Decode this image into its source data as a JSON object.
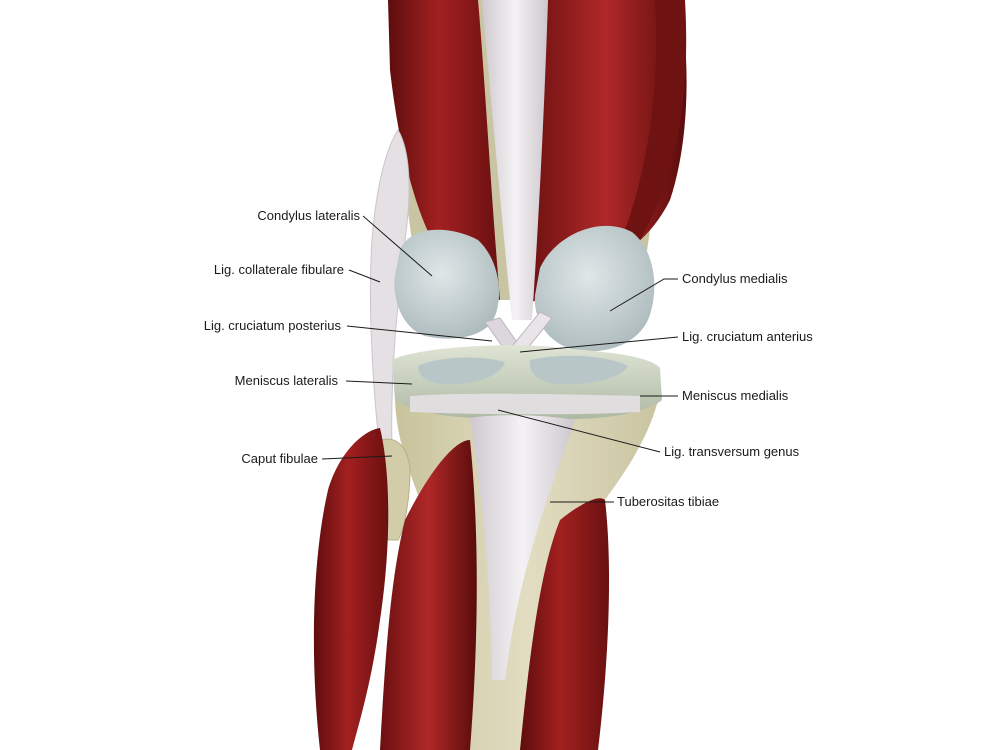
{
  "labels": {
    "condylus_lateralis": "Condylus lateralis",
    "lig_collaterale_fibulare": "Lig. collaterale fibulare",
    "lig_cruciatum_posterius": "Lig. cruciatum posterius",
    "meniscus_lateralis": "Meniscus lateralis",
    "caput_fibulae": "Caput fibulae",
    "condylus_medialis": "Condylus medialis",
    "lig_cruciatum_anterius": "Lig. cruciatum anterius",
    "meniscus_medialis": "Meniscus medialis",
    "lig_transversum_genus": "Lig. transversum genus",
    "tuberositas_tibiae": "Tuberositas tibiae"
  },
  "colors": {
    "muscle": "#8e1a1a",
    "muscle_dark": "#5e0d0d",
    "tendon": "#e9e6ea",
    "bone": "#d6d3b3",
    "cartilage": "#c7d2d3",
    "meniscus": "#c9d0bd",
    "leader_line": "#1a1a1a"
  }
}
